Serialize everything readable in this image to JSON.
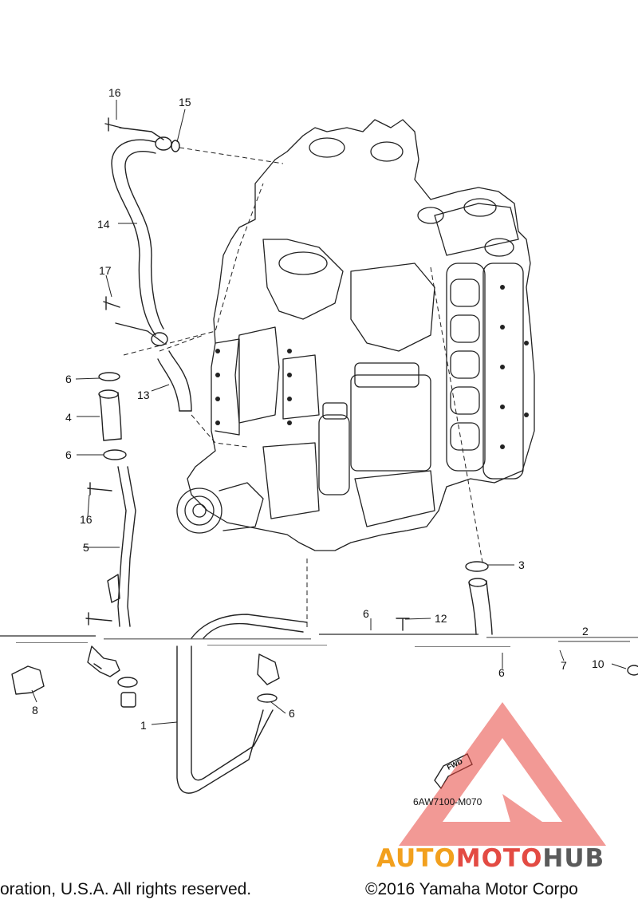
{
  "callouts": [
    "16",
    "15",
    "14",
    "17",
    "6",
    "13",
    "4",
    "6",
    "16",
    "5",
    "3",
    "6",
    "12",
    "2",
    "7",
    "10",
    "6",
    "8",
    "1",
    "6"
  ],
  "fwd_label": "FWD",
  "diagram_code": "6AW7100-M070",
  "watermark": {
    "part1": "AUTO",
    "part2": "MOTO",
    "part3": "HUB",
    "colors": {
      "auto": "#f2a01e",
      "moto": "#e34b43",
      "hub": "#5a5a5a",
      "triangle": "#e8463f"
    }
  },
  "footer": {
    "left": "oration, U.S.A. All rights reserved.",
    "right": "©2016 Yamaha Motor Corpo"
  }
}
